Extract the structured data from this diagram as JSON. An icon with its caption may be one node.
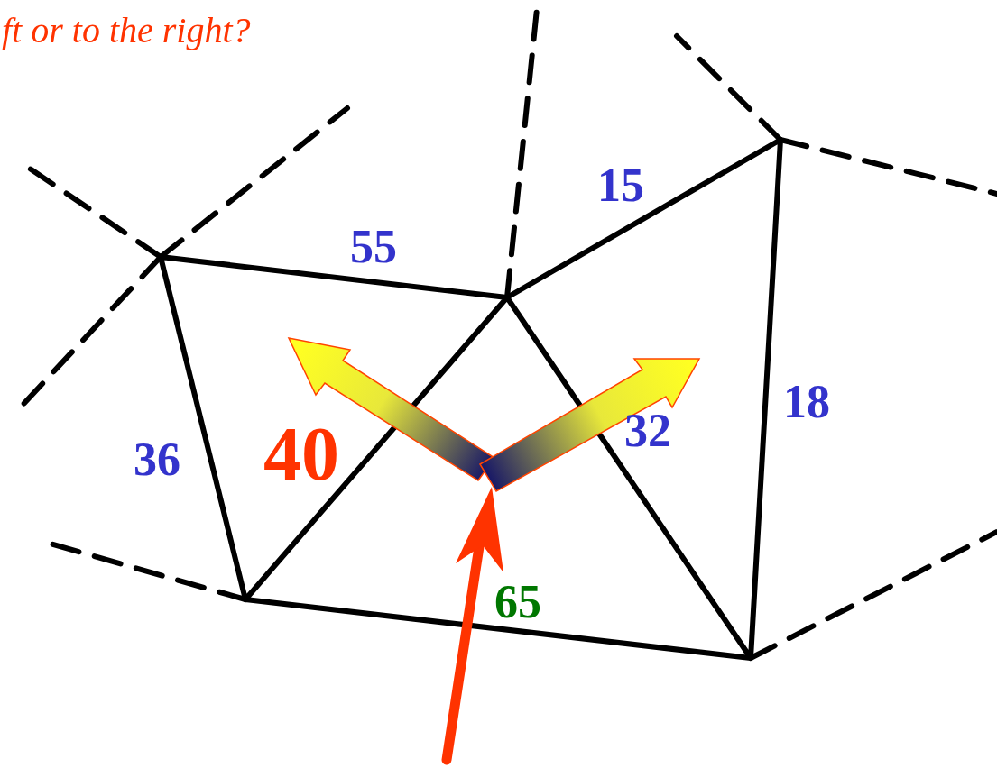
{
  "diagram": {
    "labels": [
      "ft or to the right?",
      "15",
      "55",
      "18",
      "32",
      "36",
      "40",
      "65"
    ]
  }
}
